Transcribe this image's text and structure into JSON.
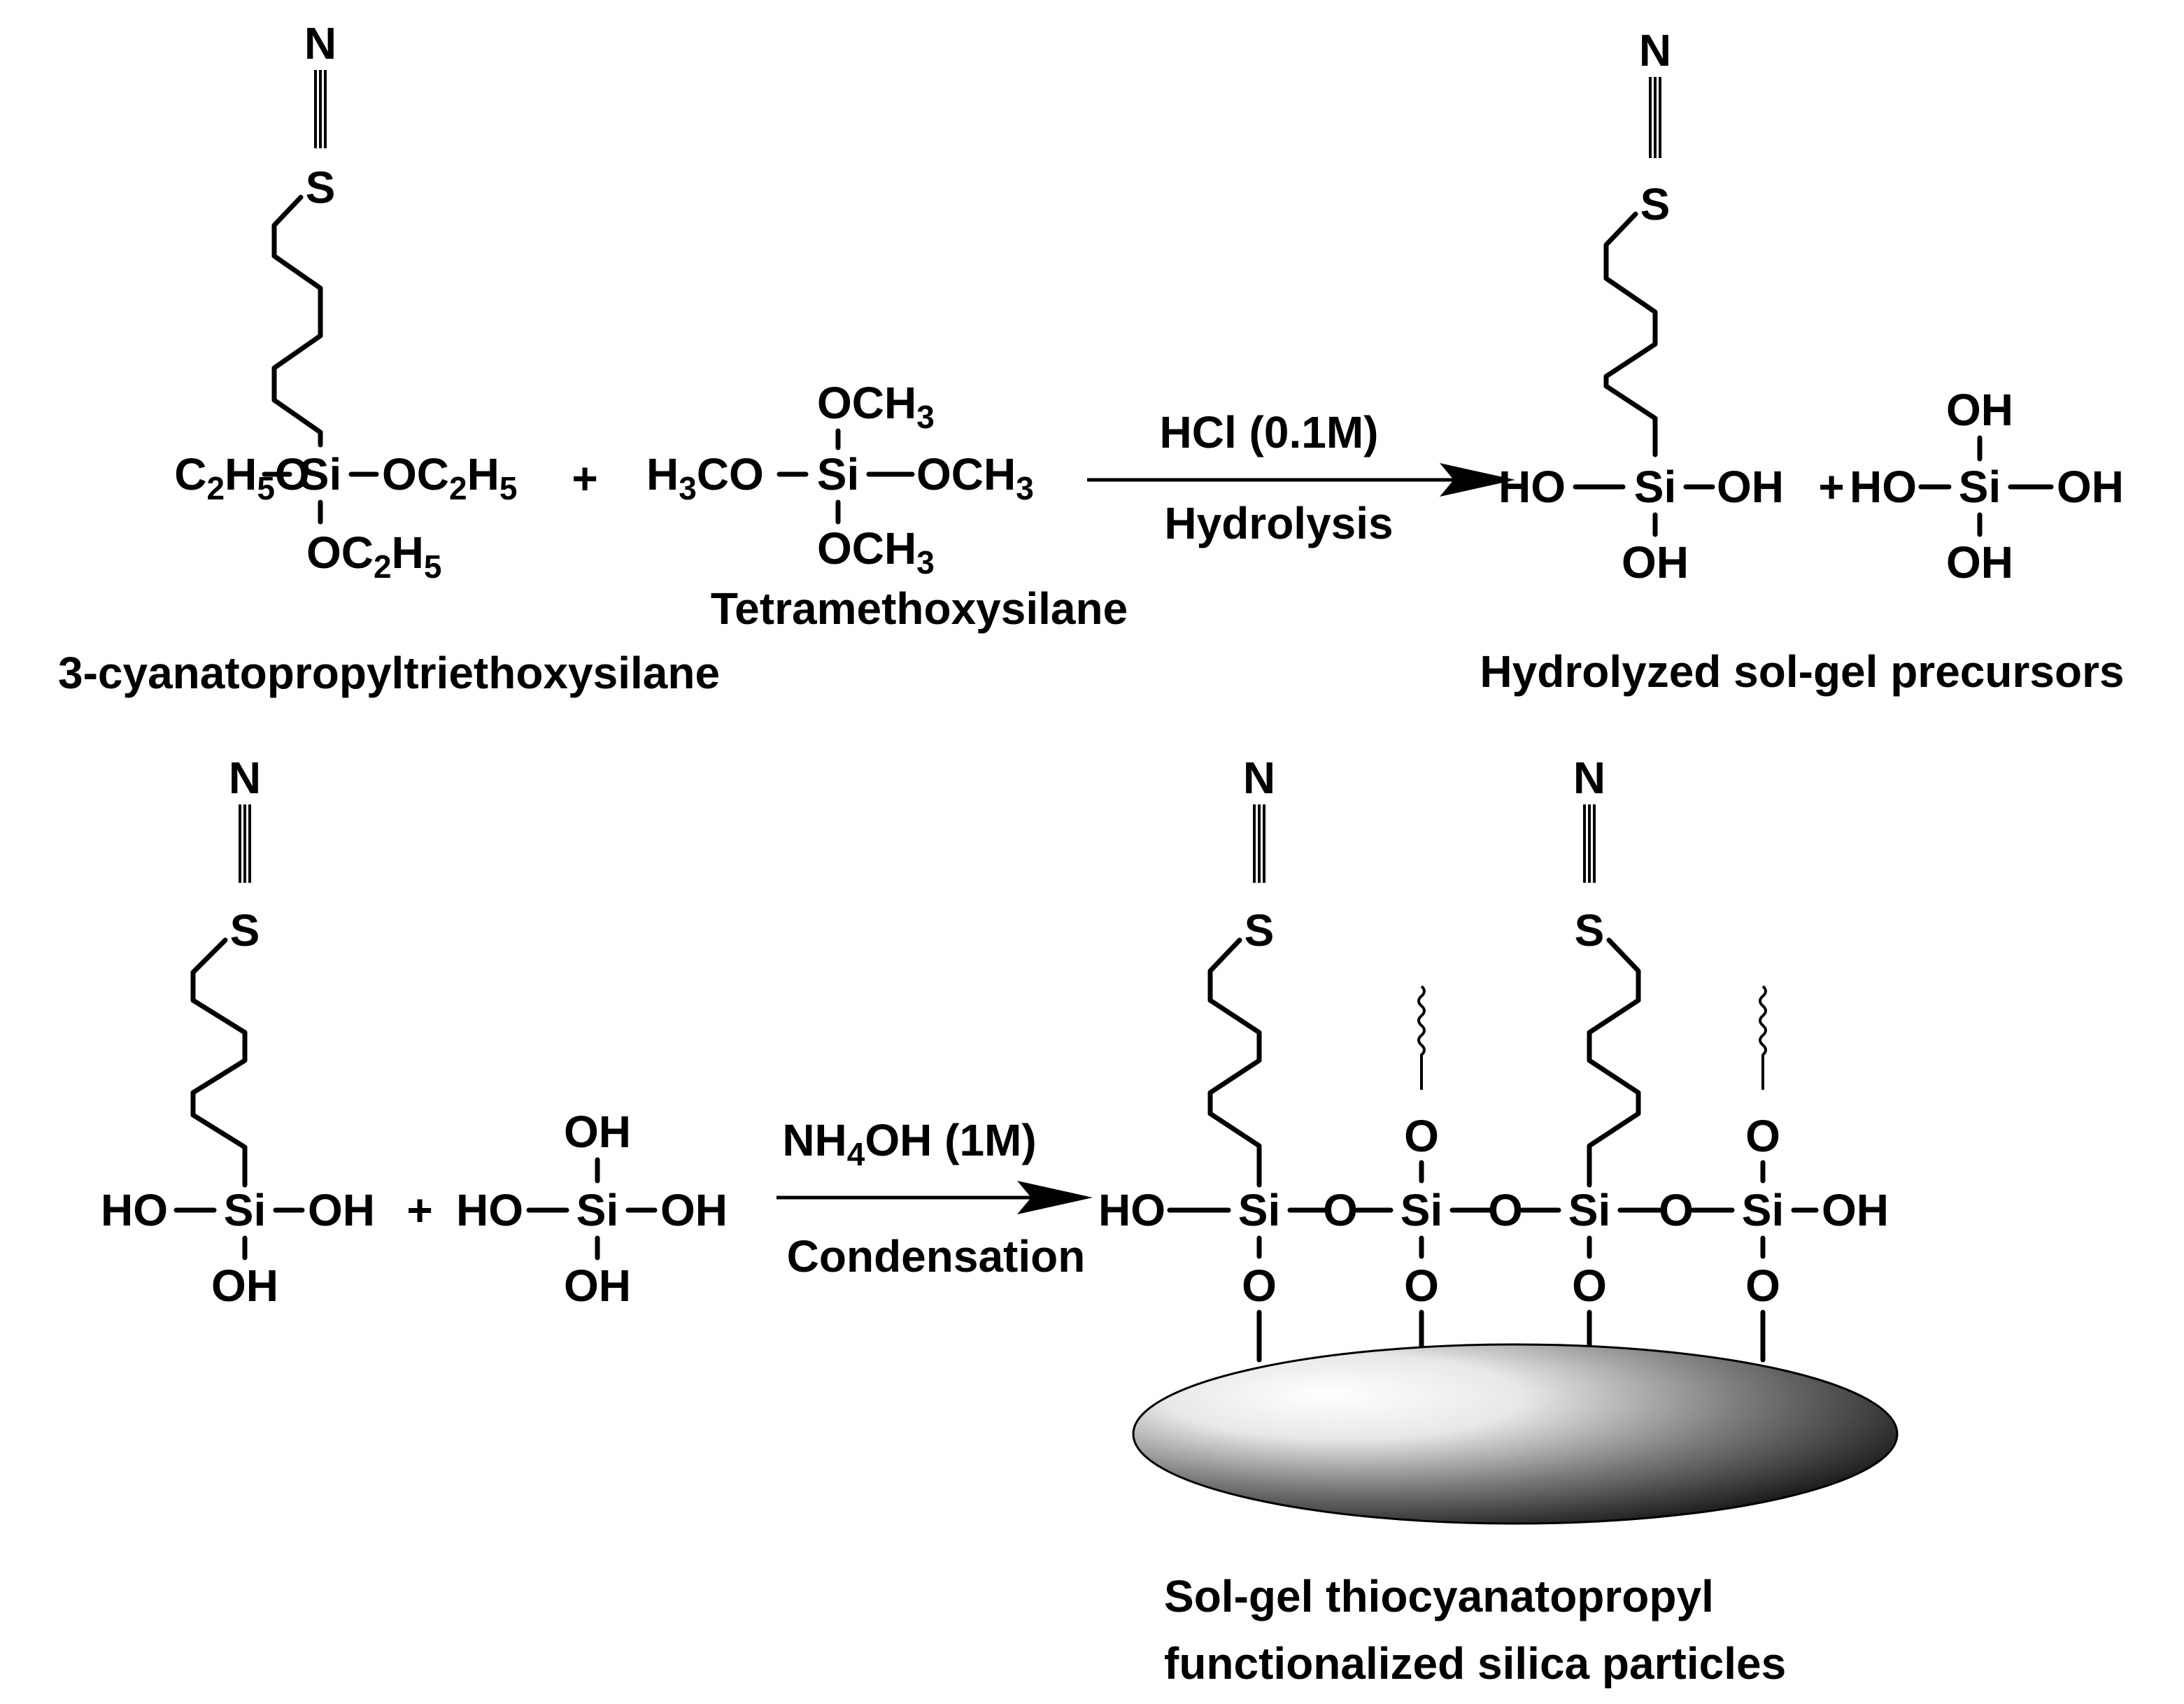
{
  "atoms": {
    "N": "N",
    "S": "S",
    "Si": "Si",
    "O": "O",
    "OH": "OH",
    "HO": "HO",
    "OCH": "OCH",
    "H": "H",
    "CO": "CO",
    "C": "C",
    "OC": "OC",
    "sub2": "2",
    "sub3": "3",
    "sub4": "4",
    "sub5": "5",
    "NH": "NH",
    "OH_after_sub": "OH (1M)",
    "plus": "+"
  },
  "reaction1": {
    "reactant1_name": "3-cyanatopropyltriethoxysilane",
    "reactant2_name": "Tetramethoxysilane",
    "condition_top": "HCl (0.1M)",
    "condition_bottom": "Hydrolysis",
    "product_name": "Hydrolyzed sol-gel precursors"
  },
  "reaction2": {
    "condition_bottom": "Condensation",
    "product_name_line1": "Sol-gel thiocyanatopropyl",
    "product_name_line2": "functionalized silica particles"
  }
}
